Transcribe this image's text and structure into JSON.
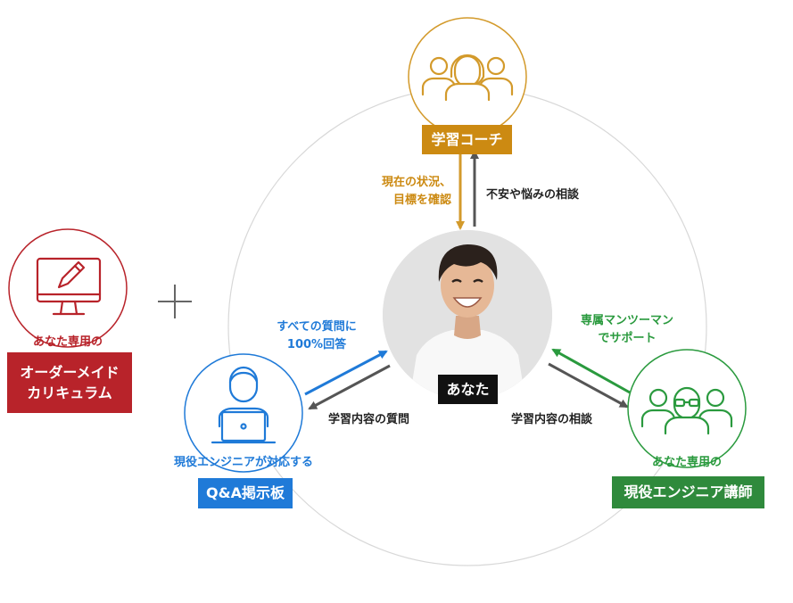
{
  "colors": {
    "coach": "#d39a2b",
    "coach_label_bg": "#cc8a12",
    "curriculum": "#b8232a",
    "qa": "#1f7ad8",
    "mentor": "#2a9a3e",
    "mentor_label_bg": "#2f8a3c",
    "you_label_bg": "#111111",
    "dark_arrow": "#555555",
    "ring": "#d8d8d8"
  },
  "coach": {
    "icon": "three-people-headset-icon",
    "label": "学習コーチ",
    "to_you_text": [
      "現在の状況、",
      "目標を確認"
    ],
    "from_you_text": "不安や悩みの相談"
  },
  "curriculum": {
    "icon": "monitor-pencil-icon",
    "caption": "あなた専用の",
    "label_lines": [
      "オーダーメイド",
      "カリキュラム"
    ]
  },
  "plus": {
    "icon": "plus-icon"
  },
  "you": {
    "icon": "smiling-person-photo",
    "label": "あなた"
  },
  "qa": {
    "icon": "person-laptop-icon",
    "caption": "現役エンジニアが対応する",
    "label": "Q&A掲示板",
    "to_you_text": [
      "すべての質問に",
      "100%回答"
    ],
    "from_you_text": "学習内容の質問"
  },
  "mentor": {
    "icon": "three-engineers-icon",
    "caption": "あなた専用の",
    "label": "現役エンジニア講師",
    "to_you_text": [
      "専属マンツーマン",
      "でサポート"
    ],
    "from_you_text": "学習内容の相談"
  }
}
